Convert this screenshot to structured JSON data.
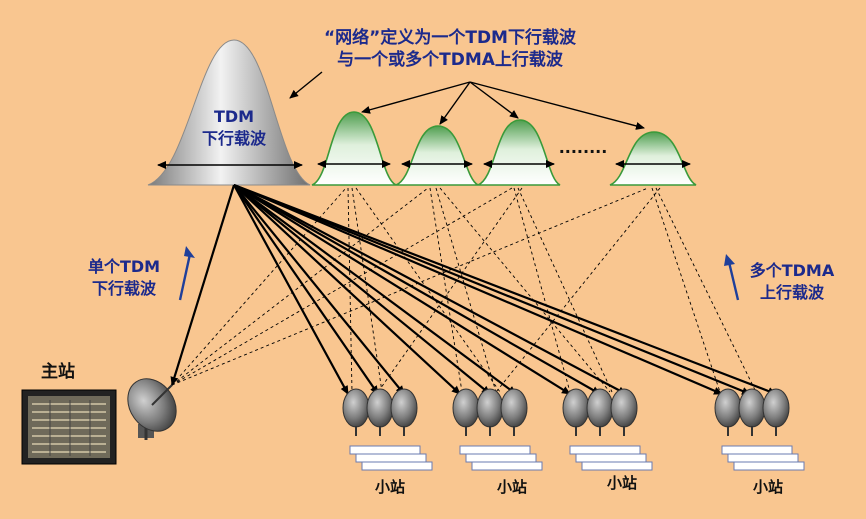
{
  "caption": {
    "line1": "“网络”定义为一个TDM下行载波",
    "line2": "与一个或多个TDMA上行载波"
  },
  "tdm_carrier": {
    "line1": "TDM",
    "line2": "下行载波"
  },
  "single_tdm": {
    "line1": "单个TDM",
    "line2": "下行载波"
  },
  "multi_tdma": {
    "line1": "多个TDMA",
    "line2": "上行载波"
  },
  "hub_label": "主站",
  "remote_labels": [
    "小站",
    "小站",
    "小站",
    "小站"
  ],
  "ellipsis": "........",
  "colors": {
    "background": "#f9c690",
    "text_blue": "#1c2a8c",
    "arrow_blue": "#1f3f9a",
    "green_edge": "#3a9a3a",
    "gray_dome": "#9b9b9b"
  }
}
